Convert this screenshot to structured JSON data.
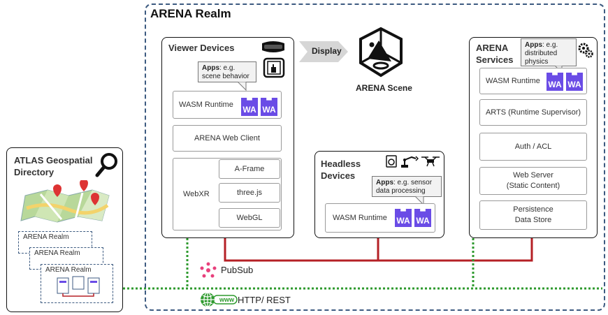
{
  "realm": {
    "title": "ARENA Realm"
  },
  "viewer": {
    "title": "Viewer Devices",
    "callout_bold": "Apps",
    "callout_rest": ": e.g. scene behavior",
    "wasm_label": "WASM Runtime",
    "wa": "WA",
    "web_client": "ARENA Web Client",
    "webxr": "WebXR",
    "aframe": "A-Frame",
    "threejs": "three.js",
    "webgl": "WebGL"
  },
  "display_label": "Display",
  "scene_label": "ARENA Scene",
  "headless": {
    "title_line1": "Headless",
    "title_line2": "Devices",
    "callout_bold": "Apps",
    "callout_rest": ": e.g. sensor data processing",
    "wasm_label": "WASM Runtime"
  },
  "services": {
    "title_line1": "ARENA",
    "title_line2": "Services",
    "callout_bold": "Apps",
    "callout_rest": ": e.g. distributed physics",
    "wasm_label": "WASM Runtime",
    "arts": "ARTS (Runtime Supervisor)",
    "auth": "Auth / ACL",
    "web_line1": "Web Server",
    "web_line2": "(Static Content)",
    "persist_line1": "Persistence",
    "persist_line2": "Data Store"
  },
  "atlas": {
    "title_line1": "ATLAS Geospatial",
    "title_line2": "Directory",
    "realm1": "ARENA Realm",
    "realm2": "ARENA Realm",
    "realm3": "ARENA Realm"
  },
  "pubsub_label": "PubSub",
  "http_label": "HTTP/ REST",
  "www_label": "www",
  "colors": {
    "wa": "#6a4ce6",
    "pubsub_line": "#b52026",
    "http_line": "#2e9a2e",
    "realm_border": "#3c5a80",
    "pubsub_icon": "#e8407c"
  },
  "icons": [
    "vr-headset-icon",
    "tablet-touch-icon",
    "gears-icon",
    "magnifier-icon",
    "map-icon",
    "washer-icon",
    "robot-arm-icon",
    "drone-icon",
    "pubsub-icon",
    "globe-icon",
    "display-arrow-icon",
    "scene-cube-icon"
  ]
}
